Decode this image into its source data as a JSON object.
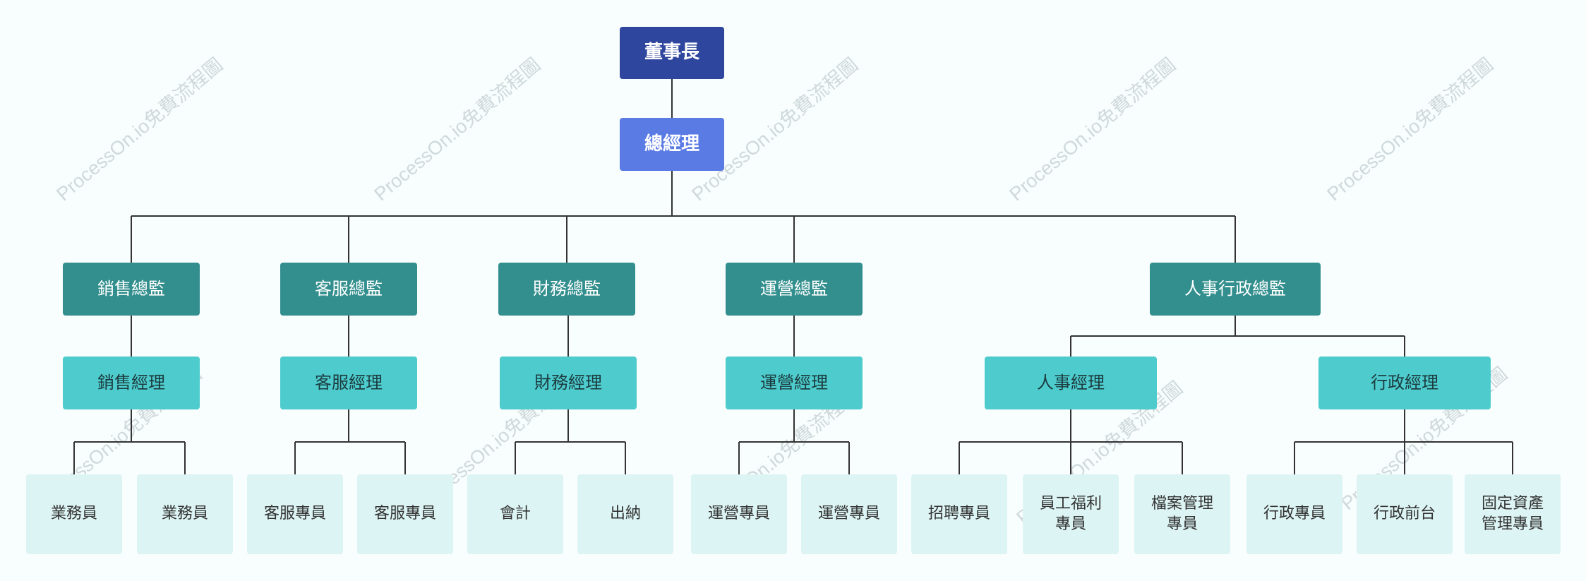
{
  "watermark": "ProcessOn.io免費流程圖",
  "colors": {
    "chairman": "#2f469f",
    "general_manager": "#5b7be4",
    "director": "#338f8e",
    "manager": "#4ecccd",
    "staff": "#ddf4f4",
    "line": "#333333"
  },
  "org": {
    "chairman": "董事長",
    "general_manager": "總經理",
    "directors": [
      {
        "title": "銷售總監",
        "managers": [
          {
            "title": "銷售經理",
            "staff": [
              "業務員",
              "業務員"
            ]
          }
        ]
      },
      {
        "title": "客服總監",
        "managers": [
          {
            "title": "客服經理",
            "staff": [
              "客服專員",
              "客服專員"
            ]
          }
        ]
      },
      {
        "title": "財務總監",
        "managers": [
          {
            "title": "財務經理",
            "staff": [
              "會計",
              "出納"
            ]
          }
        ]
      },
      {
        "title": "運營總監",
        "managers": [
          {
            "title": "運營經理",
            "staff": [
              "運營專員",
              "運營專員"
            ]
          }
        ]
      },
      {
        "title": "人事行政總監",
        "managers": [
          {
            "title": "人事經理",
            "staff": [
              "招聘專員",
              "員工福利\n專員",
              "檔案管理\n專員"
            ]
          },
          {
            "title": "行政經理",
            "staff": [
              "行政專員",
              "行政前台",
              "固定資產\n管理專員"
            ]
          }
        ]
      }
    ]
  }
}
